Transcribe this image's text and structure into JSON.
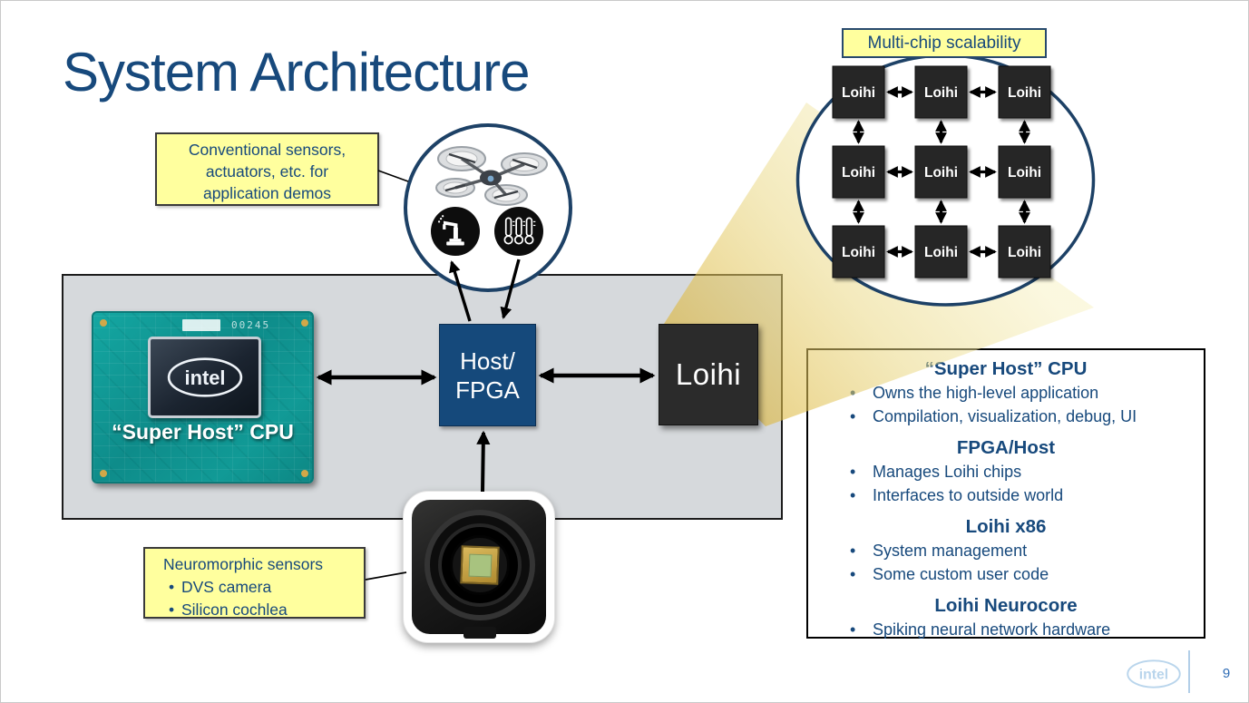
{
  "slide": {
    "title": "System Architecture",
    "page_number": "9",
    "brand": "intel"
  },
  "callout_conventional": {
    "lines": [
      "Conventional sensors,",
      "actuators, etc. for",
      "application demos"
    ]
  },
  "callout_neuromorphic": {
    "title": "Neuromorphic sensors",
    "bullets": [
      "DVS camera",
      "Silicon cochlea"
    ]
  },
  "multichip": {
    "label": "Multi-chip scalability",
    "chip_labels": [
      "Loihi",
      "Loihi",
      "Loihi",
      "Loihi",
      "Loihi",
      "Loihi",
      "Loihi",
      "Loihi",
      "Loihi"
    ]
  },
  "diagram": {
    "super_host_chip": {
      "label": "“Super Host” CPU",
      "marking": "00245",
      "logo_text": "intel"
    },
    "host_fpga": {
      "line1": "Host/",
      "line2": "FPGA"
    },
    "loihi": {
      "label": "Loihi"
    }
  },
  "details_panel": {
    "sections": [
      {
        "heading": "“Super Host” CPU",
        "bullets": [
          "Owns the high-level application",
          "Compilation, visualization, debug, UI"
        ]
      },
      {
        "heading": "FPGA/Host",
        "bullets": [
          "Manages Loihi chips",
          "Interfaces to outside world"
        ]
      },
      {
        "heading": "Loihi x86",
        "bullets": [
          "System management",
          "Some custom user code"
        ]
      },
      {
        "heading": "Loihi Neurocore",
        "bullets": [
          "Spiking neural network hardware"
        ]
      }
    ]
  },
  "icons": {
    "drone": "quadcopter-drone",
    "robot_arm": "robot-arm-actuator",
    "thermometers": "temperature-sensors",
    "camera": "dvs-neuromorphic-camera",
    "intel_logo": "intel-logo"
  },
  "colors": {
    "text_blue": "#17497c",
    "host_navy": "#15497b",
    "loihi_black": "#2b2b2b",
    "callout_yellow": "#ffff9e",
    "chip_teal": "#0e8c8a",
    "beam_gold": "#e2bc3f",
    "circle_border_navy": "#1d4166",
    "boundary_gray": "#d6d9dc"
  }
}
